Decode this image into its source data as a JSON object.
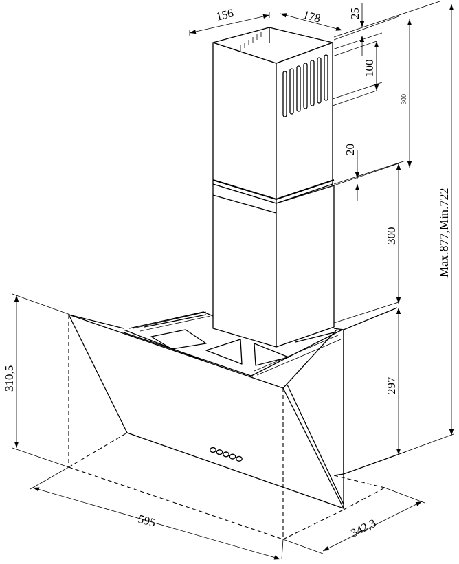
{
  "dimensions": {
    "chimney_depth": "156",
    "chimney_width": "178",
    "vent_offset": "25",
    "vent_height": "100",
    "upper_chimney_height": "300",
    "overlap": "20",
    "lower_chimney_height": "300",
    "canopy_back_height": "297",
    "total_height": "Max.877,Min.722",
    "hood_height": "310,5",
    "hood_width": "595",
    "hood_depth": "342,3"
  },
  "control_panel": {
    "button_count": 5
  }
}
